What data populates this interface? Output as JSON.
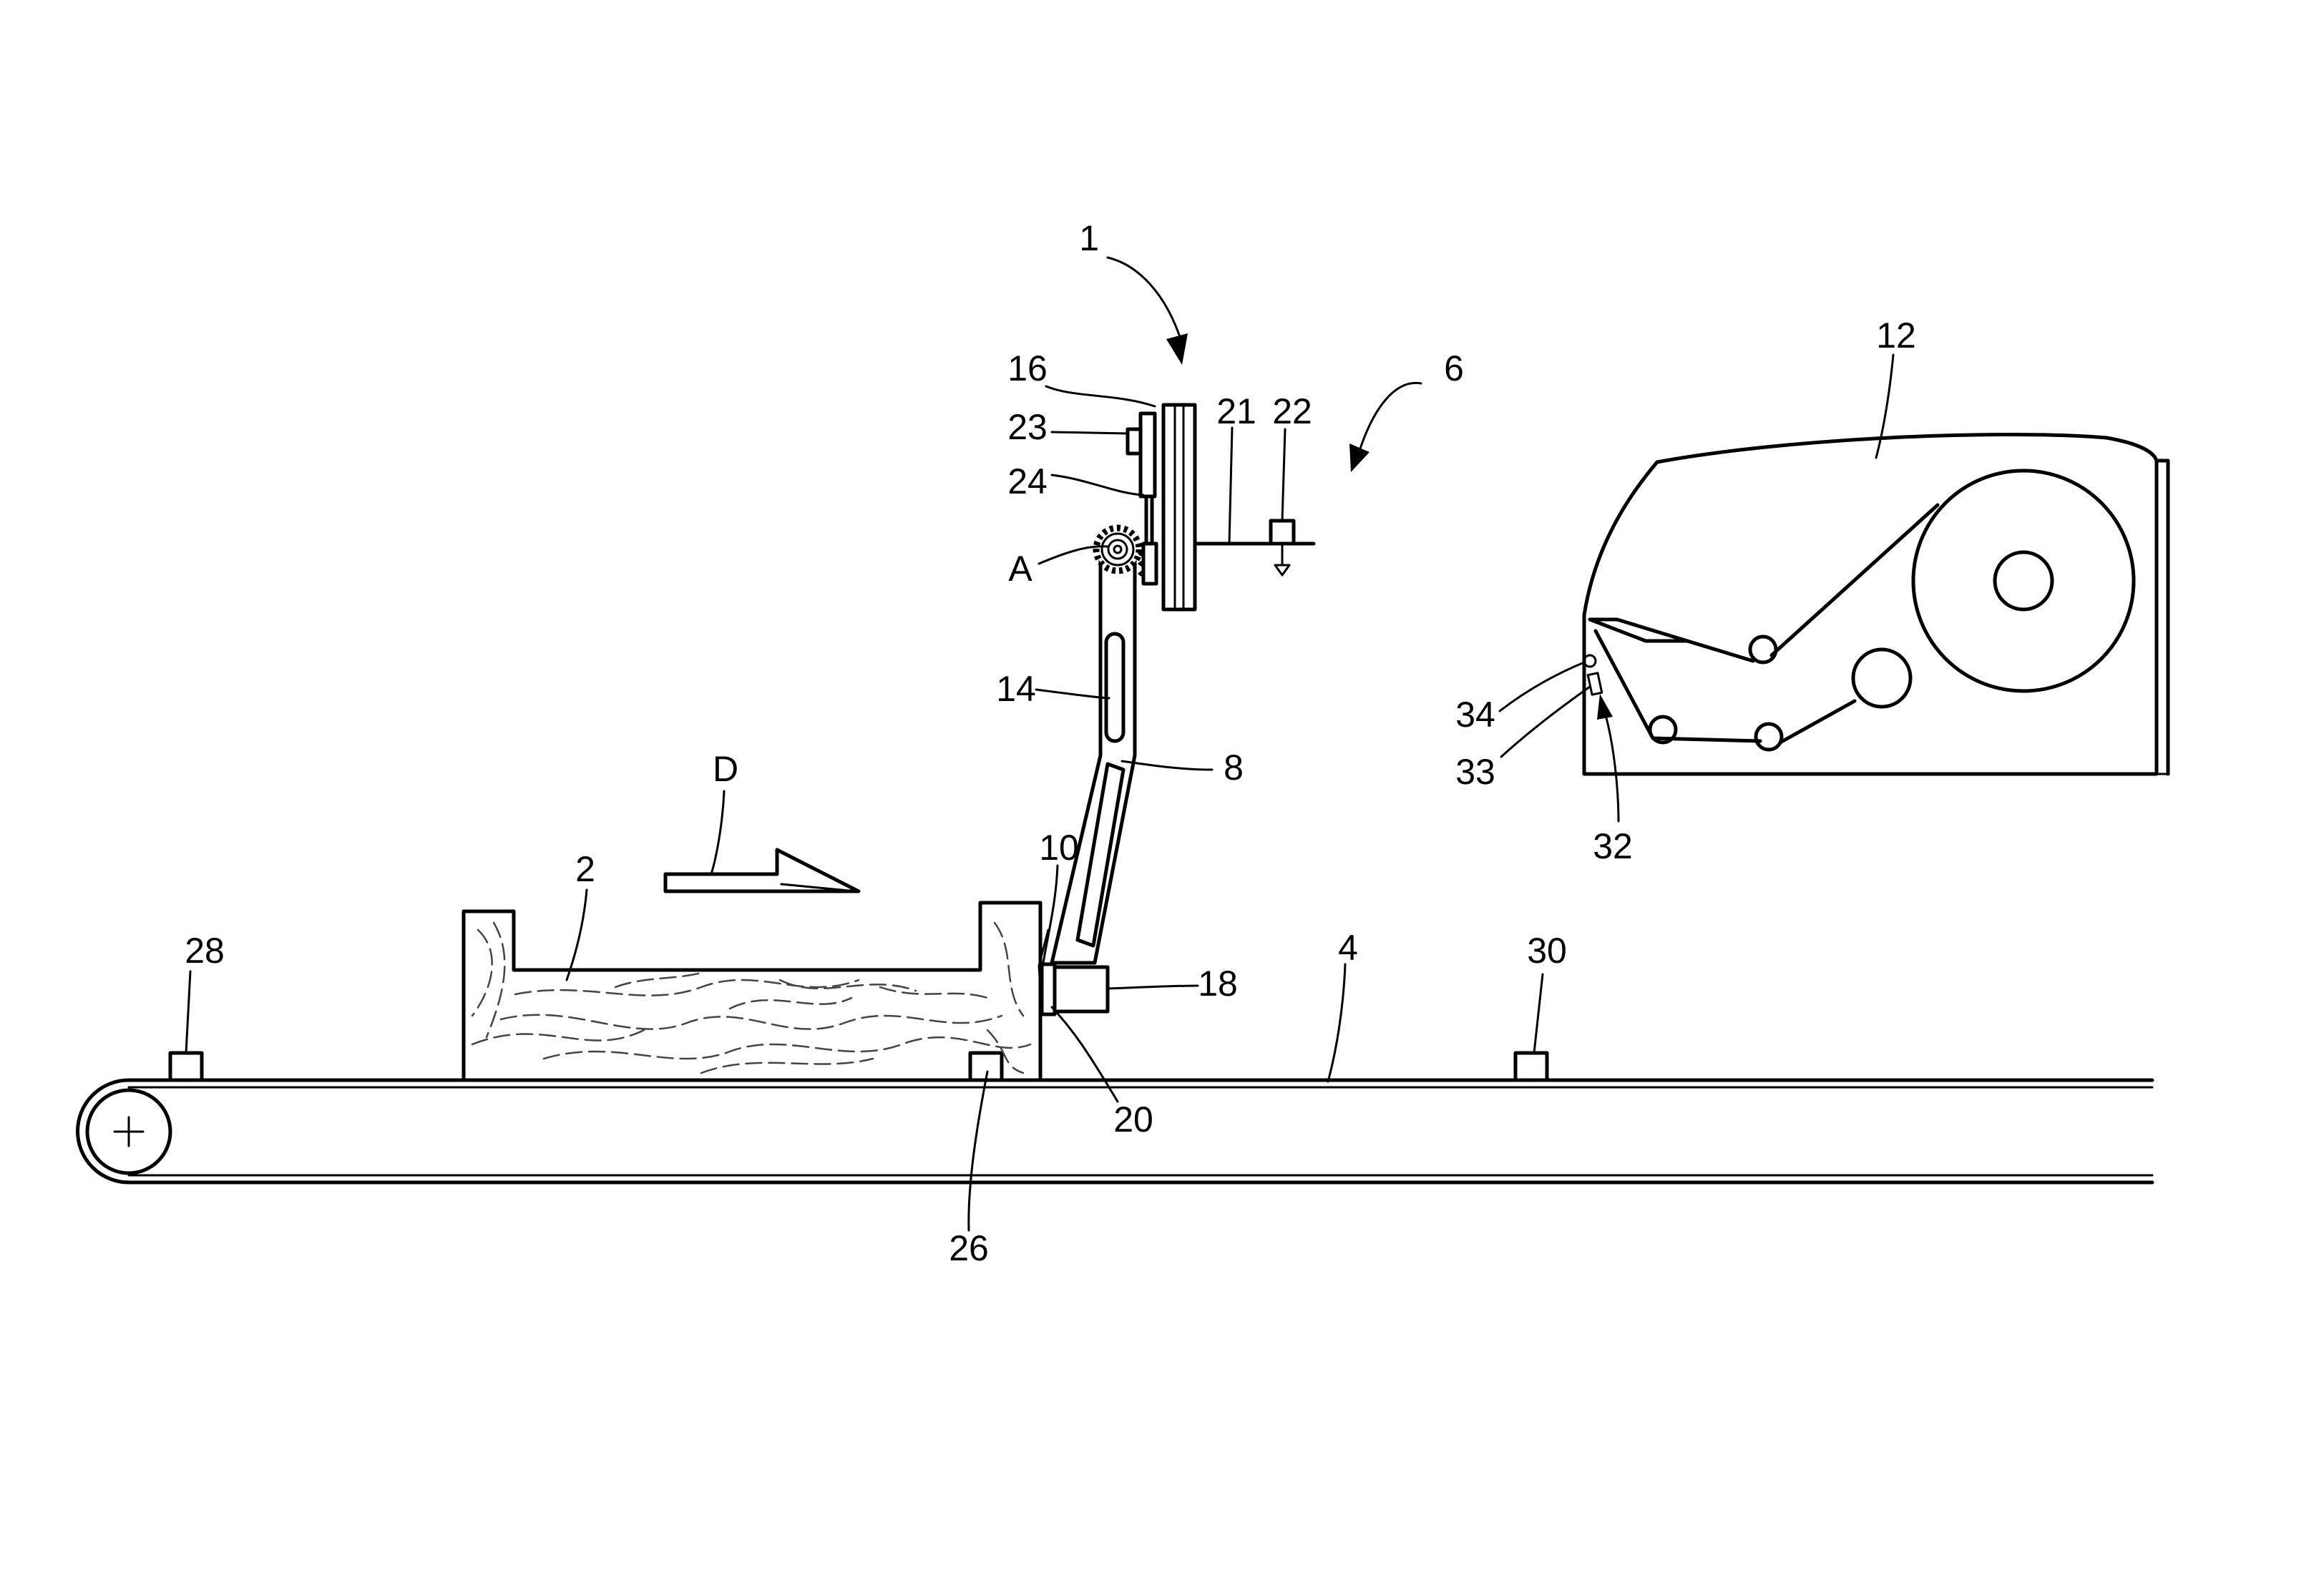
{
  "figure": {
    "labels": {
      "l1": "1",
      "l2": "2",
      "l4": "4",
      "l6": "6",
      "l8": "8",
      "l10": "10",
      "l12": "12",
      "l14": "14",
      "l16": "16",
      "l18": "18",
      "l20": "20",
      "l21": "21",
      "l22": "22",
      "l23": "23",
      "l24": "24",
      "l26": "26",
      "l28": "28",
      "l30": "30",
      "l32": "32",
      "l33": "33",
      "l34": "34",
      "lA": "A",
      "lD": "D"
    }
  }
}
